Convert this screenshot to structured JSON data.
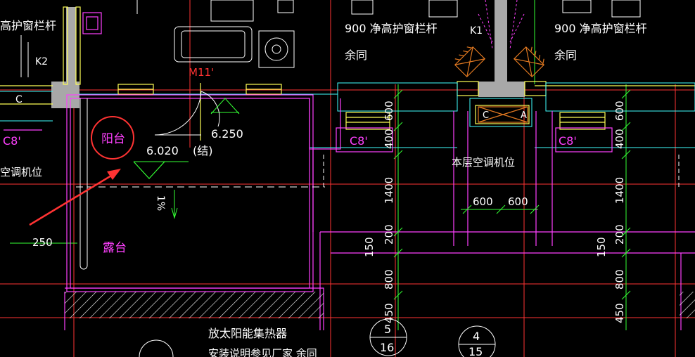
{
  "drawing": {
    "background": "#000000",
    "colors": {
      "white": "#ffffff",
      "yellow": "#ffff55",
      "magenta": "#ff40ff",
      "cyan": "#40ffff",
      "green": "#33ff33",
      "red": "#ff3333",
      "gray": "#a8a8a8",
      "orange": "#e07820"
    },
    "labels": {
      "rail_left": "高护窗栏杆",
      "rail_mid": "900  净高护窗栏杆",
      "rail_right": "900  净高护窗栏杆",
      "same_1": "余同",
      "same_2": "余同",
      "k1": "K1",
      "k2": "K2",
      "m11": "M11'",
      "c_left": "C",
      "c_mid": "C",
      "a_mid": "A",
      "c8_1": "C8'",
      "c8_2": "C8'",
      "c8_3": "C8'",
      "balcony": "阳台",
      "aircon_left": "空调机位",
      "aircon_mid": "本层空调机位",
      "elev_1": "6.020",
      "elev_1_note": "(结)",
      "elev_2": "6.250",
      "slope": "1%",
      "terrace": "露台",
      "solar": "放太阳能集热器",
      "bottom_note": "安装说明参见厂家 余同",
      "dim_250": "250",
      "dim_600_a": "600",
      "dim_600_b": "600",
      "dim_v1": [
        "600",
        "400",
        "1400",
        "200",
        "150",
        "800",
        "450"
      ],
      "dim_v2": [
        "600",
        "400",
        "1400",
        "200",
        "150",
        "800",
        "450"
      ],
      "axis_a_top": "5",
      "axis_a_bottom": "16",
      "axis_b_top": "4",
      "axis_b_bottom": "15"
    }
  }
}
